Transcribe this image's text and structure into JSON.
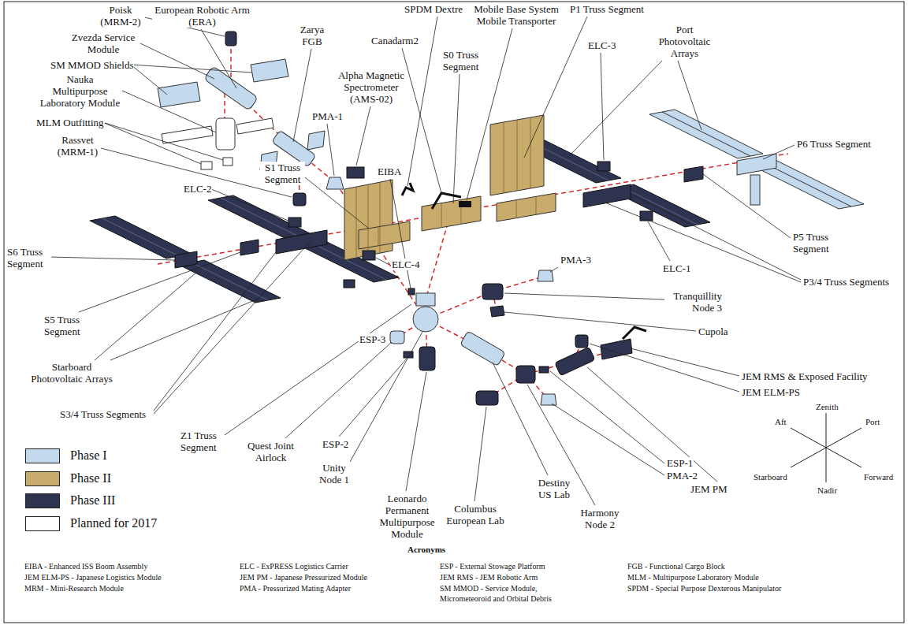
{
  "diagram": {
    "labels": [
      "Poisk (MRM-2)",
      "European Robotic Arm (ERA)",
      "Zarya FGB",
      "Zvezda Service Module",
      "SM MMOD Shields",
      "Nauka Multipurpose Laboratory Module",
      "MLM Outfitting",
      "Rassvet (MRM-1)",
      "PMA-1",
      "SPDM Dextre",
      "Mobile Base System Mobile Transporter",
      "Canadarm2",
      "Alpha Magnetic Spectrometer (AMS-02)",
      "S0 Truss Segment",
      "P1 Truss Segment",
      "Port Photovoltaic Arrays",
      "ELC-3",
      "P6 Truss Segment",
      "S1 Truss Segment",
      "EIBA",
      "ELC-2",
      "S6 Truss Segment",
      "ELC-4",
      "PMA-3",
      "P5 Truss Segment",
      "ELC-1",
      "P3/4 Truss Segments",
      "Tranquillity Node 3",
      "Cupola",
      "S5 Truss Segment",
      "ESP-3",
      "Starboard Photovoltaic Arrays",
      "S3/4 Truss Segments",
      "Z1 Truss Segment",
      "Quest Joint Airlock",
      "ESP-2",
      "Unity Node 1",
      "Leonardo Permanent Multipurpose Module",
      "Columbus European Lab",
      "Destiny US Lab",
      "Harmony Node 2",
      "ESP-1",
      "PMA-2",
      "JEM PM",
      "JEM ELM-PS",
      "JEM RMS & Exposed Facility",
      "Zenith",
      "Aft",
      "Port",
      "Starboard",
      "Forward",
      "Nadir",
      "Acronyms",
      "EIBA - Enhanced ISS Boom Assembly",
      "ELC - ExPRESS Logistics Carrier",
      "ESP - External Stowage Platform",
      "FGB - Functional Cargo Block",
      "JEM ELM-PS - Japanese Logistics Module",
      "JEM PM - Japanese Pressurized Module",
      "JEM RMS - JEM Robotic Arm",
      "MLM - Multipurpose Laboratory Module",
      "MRM - Mini-Research Module",
      "PMA - Pressurized Mating Adapter",
      "SM MMOD - Service Module, Micrometeoroid and Orbital Debris",
      "SPDM - Special Purpose Dexterous Manipulator"
    ],
    "legend": [
      {
        "text": "Phase I",
        "color": "#c3daee"
      },
      {
        "text": "Phase II",
        "color": "#c9ab6b"
      },
      {
        "text": "Phase III",
        "color": "#2e3350"
      },
      {
        "text": "Planned for 2017",
        "color": "#ffffff"
      }
    ]
  }
}
